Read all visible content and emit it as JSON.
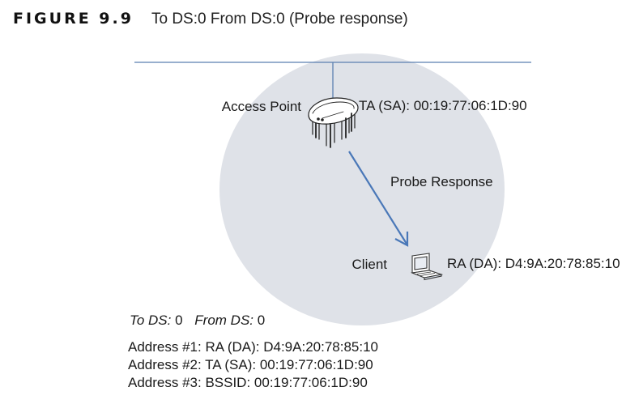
{
  "header": {
    "figure_label": "FIGURE 9.9",
    "title": "To DS:0 From DS:0 (Probe response)"
  },
  "diagram": {
    "access_point_label": "Access Point",
    "ta_label": "TA (SA): 00:19:77:06:1D:90",
    "probe_response_label": "Probe Response",
    "client_label": "Client",
    "ra_label": "RA (DA): D4:9A:20:78:85:10"
  },
  "ds_flags": {
    "to_ds_label": "To DS:",
    "to_ds_value": "0",
    "from_ds_label": "From DS:",
    "from_ds_value": "0"
  },
  "addresses": [
    "Address #1: RA (DA): D4:9A:20:78:85:10",
    "Address #2: TA (SA): 00:19:77:06:1D:90",
    "Address #3: BSSID: 00:19:77:06:1D:90"
  ],
  "colors": {
    "cell_fill": "#dfe2e8",
    "wire": "#5b7fb0",
    "arrow": "#4a78b8",
    "device_stroke": "#222222"
  }
}
